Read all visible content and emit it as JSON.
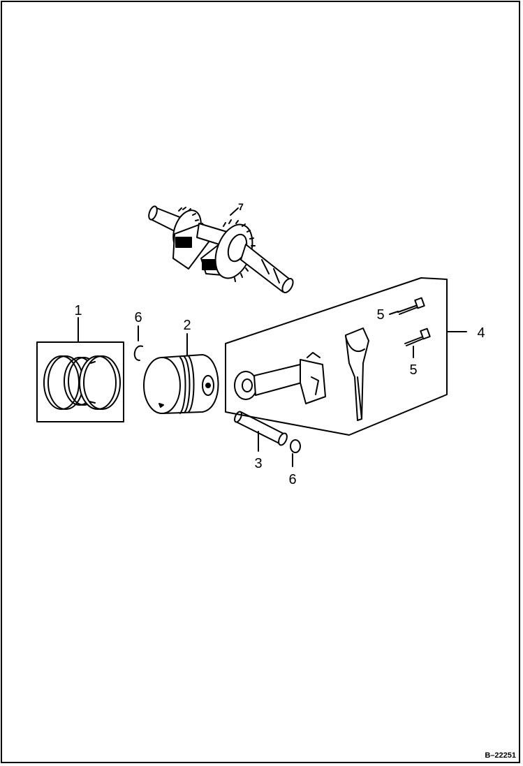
{
  "diagram": {
    "callouts": {
      "rings": "1",
      "piston": "2",
      "pin": "3",
      "rod_assembly": "4",
      "bolt_upper": "5",
      "bolt_lower": "5",
      "clip_left": "6",
      "clip_right": "6",
      "crankshaft": "7"
    },
    "reference": "B–22251"
  }
}
